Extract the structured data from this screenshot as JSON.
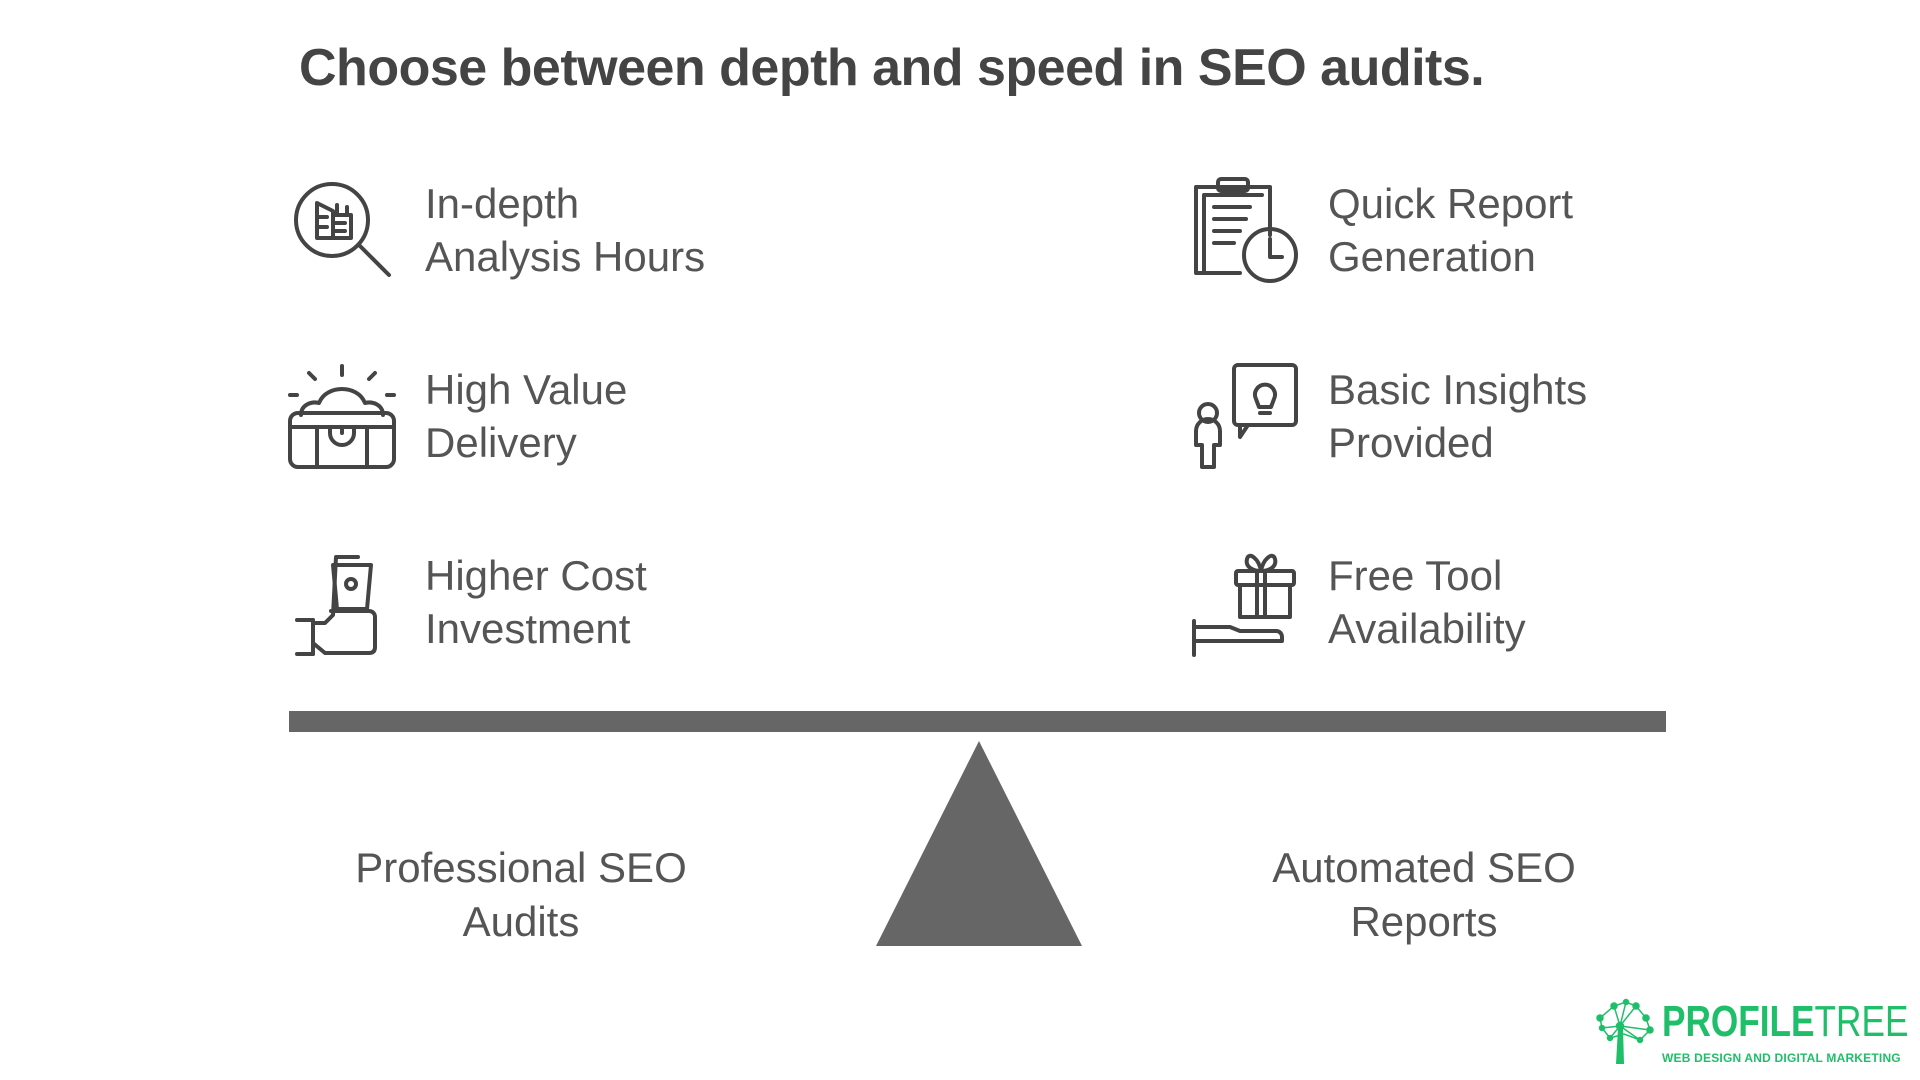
{
  "title": "Choose between depth and speed in SEO audits.",
  "left": {
    "label_line1": "Professional SEO",
    "label_line2": "Audits",
    "items": [
      {
        "icon": "magnifier-building-icon",
        "line1": "In-depth",
        "line2": "Analysis Hours"
      },
      {
        "icon": "treasure-chest-icon",
        "line1": "High Value",
        "line2": "Delivery"
      },
      {
        "icon": "hand-money-icon",
        "line1": "Higher Cost",
        "line2": "Investment"
      }
    ]
  },
  "right": {
    "label_line1": "Automated SEO",
    "label_line2": "Reports",
    "items": [
      {
        "icon": "clipboard-clock-icon",
        "line1": "Quick Report",
        "line2": "Generation"
      },
      {
        "icon": "person-idea-icon",
        "line1": "Basic Insights",
        "line2": "Provided"
      },
      {
        "icon": "hand-gift-icon",
        "line1": "Free Tool",
        "line2": "Availability"
      }
    ]
  },
  "logo": {
    "brand_bold": "PROFILE",
    "brand_thin": "TREE",
    "tagline": "WEB DESIGN AND DIGITAL MARKETING"
  },
  "colors": {
    "text": "#4a4a4a",
    "beam": "#666666",
    "brand": "#1fbf6a"
  }
}
